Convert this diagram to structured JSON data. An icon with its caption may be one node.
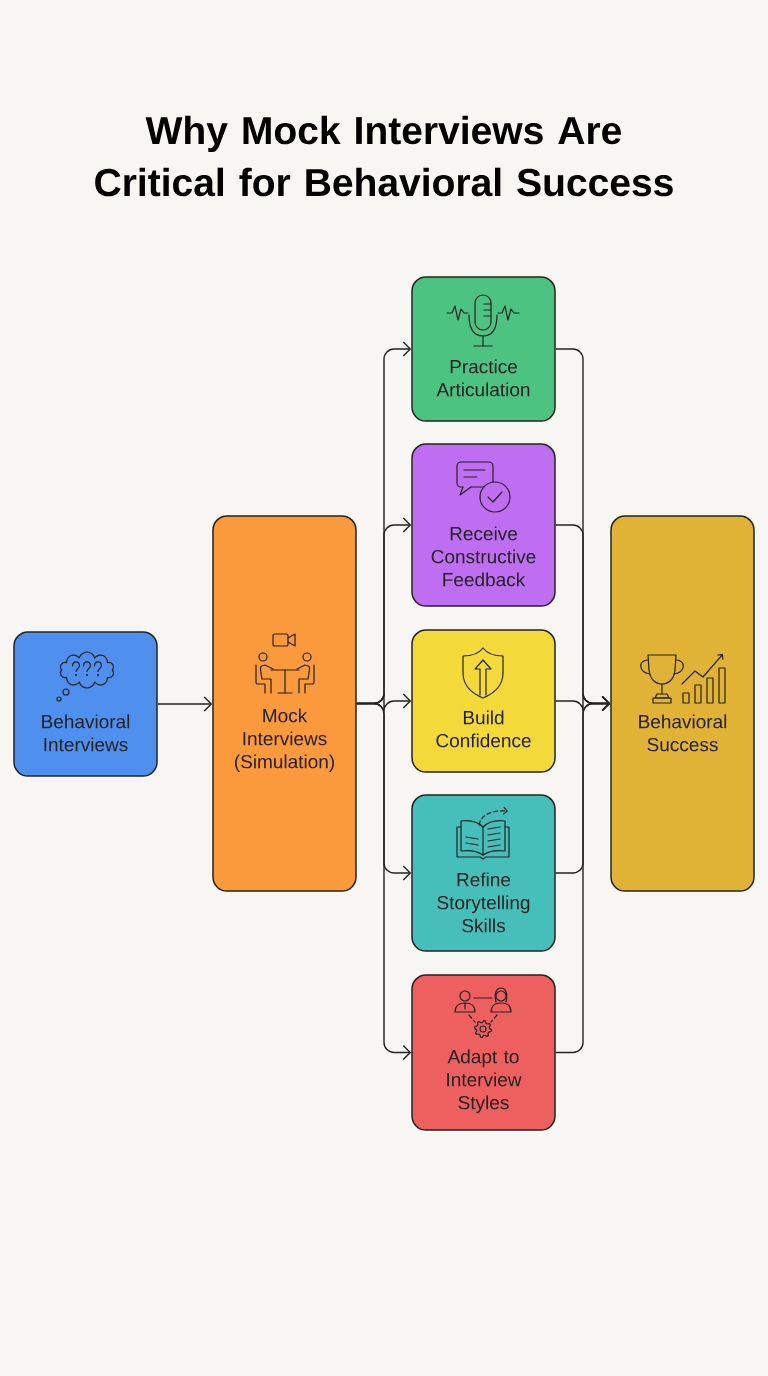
{
  "diagram": {
    "title": "Why Mock Interviews Are Critical for Behavioral Success",
    "nodes": [
      {
        "text": [
          "Behavioral Interviews"
        ]
      },
      {
        "text": [
          "Mock Interviews (Simulation)"
        ]
      },
      {
        "text": [
          "Practice Articulation"
        ]
      },
      {
        "text": [
          "Receive Constructive Feedback"
        ]
      },
      {
        "text": [
          "Build Confidence"
        ]
      },
      {
        "text": [
          "Refine Storytelling Skills"
        ]
      },
      {
        "text": [
          "Adapt to Interview Styles"
        ]
      },
      {
        "text": [
          "Behavioral Success"
        ]
      }
    ],
    "edges": [
      {
        "from": 0,
        "to": 1,
        "arrow": "to"
      },
      {
        "from": 1,
        "to": 2,
        "arrow": "to"
      },
      {
        "from": 1,
        "to": 3,
        "arrow": "to"
      },
      {
        "from": 1,
        "to": 4,
        "arrow": "to"
      },
      {
        "from": 1,
        "to": 5,
        "arrow": "to"
      },
      {
        "from": 1,
        "to": 6,
        "arrow": "to"
      },
      {
        "from": 2,
        "to": 7,
        "arrow": "to"
      },
      {
        "from": 3,
        "to": 7,
        "arrow": "to"
      },
      {
        "from": 4,
        "to": 7,
        "arrow": "to"
      },
      {
        "from": 5,
        "to": 7,
        "arrow": "to"
      },
      {
        "from": 6,
        "to": 7,
        "arrow": "to"
      }
    ]
  }
}
